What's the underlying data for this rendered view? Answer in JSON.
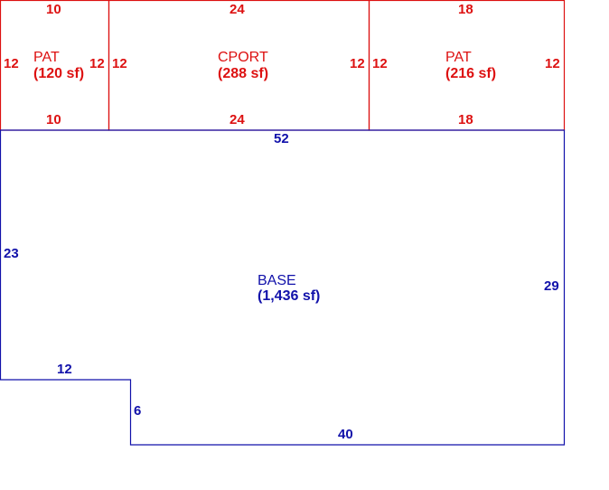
{
  "colors": {
    "addition": "#dd1111",
    "base": "#1111aa",
    "background": "#ffffff"
  },
  "areas": {
    "pat_left": {
      "name": "PAT",
      "size": "(120 sf)",
      "dims": {
        "top": "10",
        "bottom": "10",
        "left": "12",
        "right": "12"
      }
    },
    "cport": {
      "name": "CPORT",
      "size": "(288 sf)",
      "dims": {
        "top": "24",
        "bottom": "24",
        "left": "12",
        "right": "12"
      }
    },
    "pat_right": {
      "name": "PAT",
      "size": "(216 sf)",
      "dims": {
        "top": "18",
        "bottom": "18",
        "left": "12",
        "right": "12"
      }
    },
    "base": {
      "name": "BASE",
      "size": "(1,436 sf)",
      "dims": {
        "top": "52",
        "left": "23",
        "right": "29",
        "notch_top": "12",
        "notch_side": "6",
        "bottom": "40"
      }
    }
  }
}
